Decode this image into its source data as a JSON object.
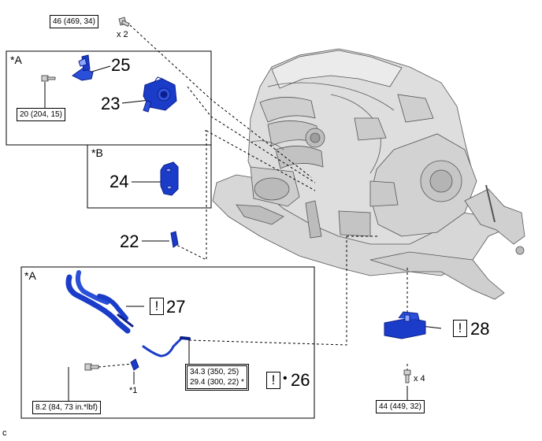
{
  "torque": {
    "t46": "46 (469, 34)",
    "t20": "20 (204, 15)",
    "t8": "8.2 (84, 73 in.*lbf)",
    "t34": "34.3 (350, 25)",
    "t29": "29.4 (300, 22) *",
    "t44": "44 (449, 32)"
  },
  "qty": {
    "x2": "x 2",
    "x4": "x 4"
  },
  "stars": {
    "a1": "*A",
    "b": "*B",
    "a2": "*A",
    "note1": "*1"
  },
  "parts": {
    "p25": "25",
    "p23": "23",
    "p24": "24",
    "p22": "22",
    "p27": "27",
    "p26": "26",
    "p28": "28"
  },
  "symbols": {
    "warn": "!",
    "bullet": "•"
  },
  "corner": "c",
  "colors": {
    "part_blue": "#1a3cc8",
    "part_dark": "#0d1f8a",
    "engine_gray": "#c9c9c9"
  }
}
